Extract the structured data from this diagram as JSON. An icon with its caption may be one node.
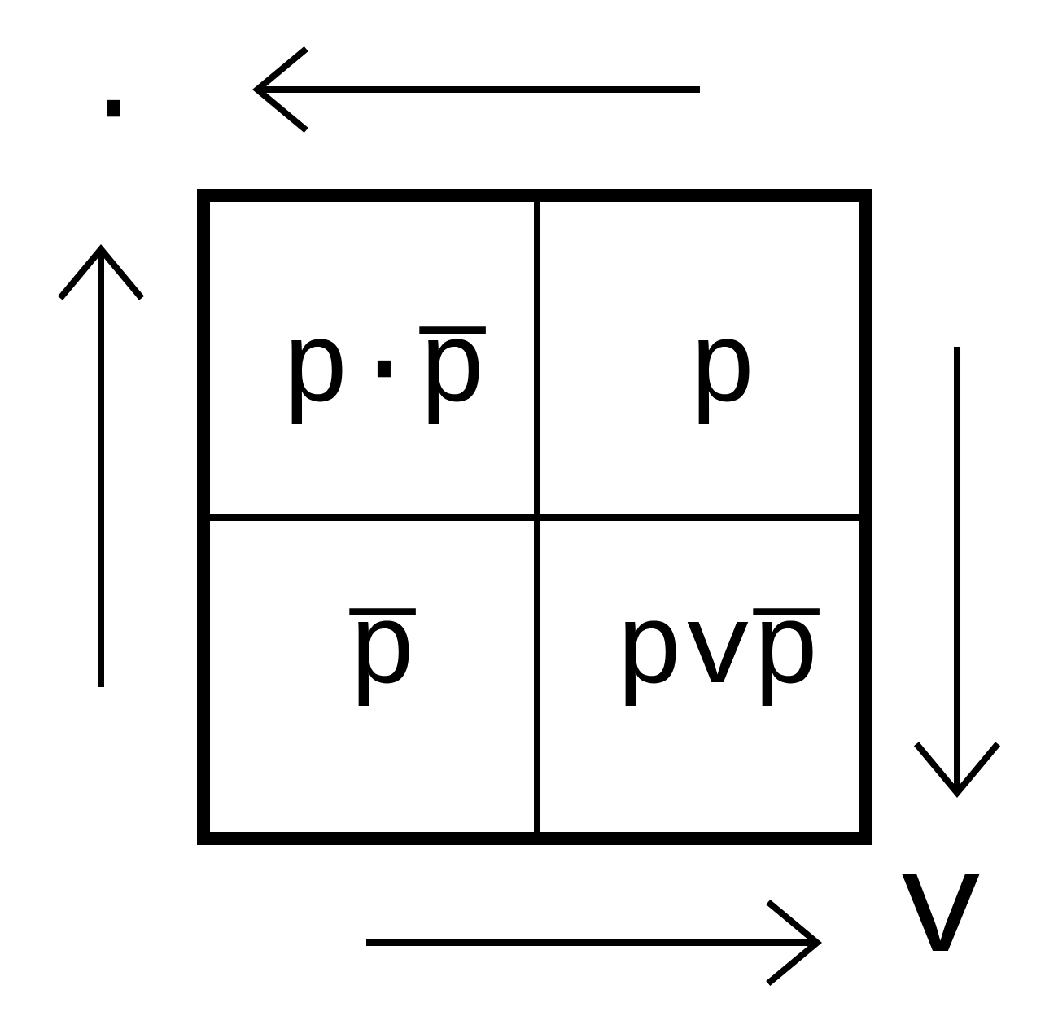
{
  "diagram": {
    "nodes": [
      {
        "text": [
          "p·p̅"
        ]
      },
      {
        "text": [
          "p"
        ]
      },
      {
        "text": [
          "p̅"
        ]
      },
      {
        "text": [
          "pvp̅"
        ]
      }
    ],
    "labels": [
      "·",
      "v"
    ]
  }
}
